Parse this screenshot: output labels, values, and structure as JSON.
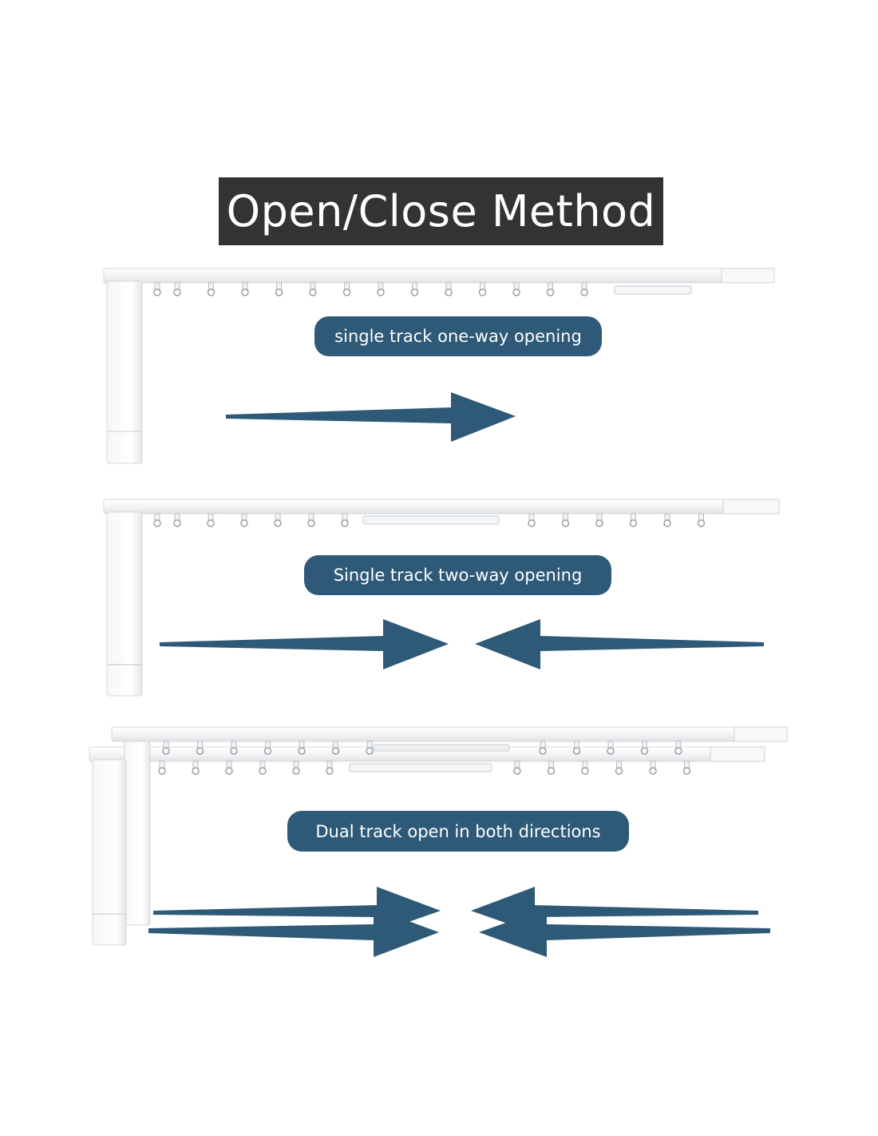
{
  "title": "Open/Close Method",
  "colors": {
    "title_background": "#333333",
    "title_text": "#ffffff",
    "label_background": "#2e5a77",
    "label_text": "#ffffff",
    "arrow": "#2e5a77",
    "track": "#f3f4f5",
    "track_outline": "#d6d9dc"
  },
  "methods": [
    {
      "label": "single track one-way opening",
      "tracks": 1,
      "arrows": "one-way"
    },
    {
      "label": "Single track two-way opening",
      "tracks": 1,
      "arrows": "two-way"
    },
    {
      "label": "Dual track open in both directions",
      "tracks": 2,
      "arrows": "two-way"
    }
  ]
}
